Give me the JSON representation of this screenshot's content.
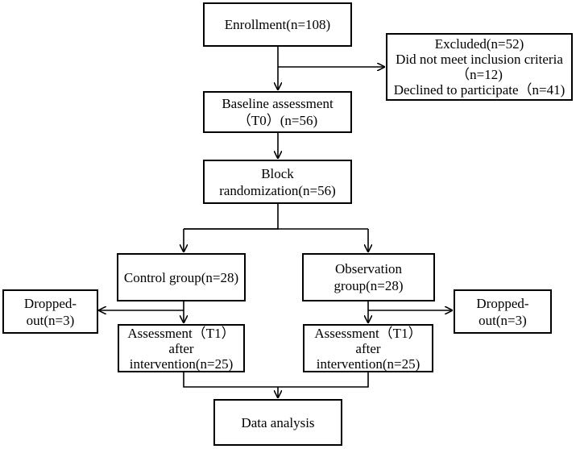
{
  "boxes": {
    "enrollment": [
      "Enrollment(n=108)"
    ],
    "excluded": [
      "Excluded(n=52)",
      "Did not meet inclusion criteria",
      "（n=12)",
      "Declined to participate（n=41)"
    ],
    "baseline": [
      "Baseline assessment",
      "（T0）(n=56)"
    ],
    "block": [
      "Block",
      "randomization(n=56)"
    ],
    "control": [
      "Control group(n=28)"
    ],
    "observation": [
      "Observation",
      "group(n=28)"
    ],
    "dropped_left": [
      "Dropped-",
      "out(n=3)"
    ],
    "dropped_right": [
      "Dropped-",
      "out(n=3)"
    ],
    "assess_left": [
      "Assessment（T1）",
      "after",
      "intervention(n=25)"
    ],
    "assess_right": [
      "Assessment（T1）",
      "after",
      "intervention(n=25)"
    ],
    "analysis": [
      "Data analysis"
    ]
  }
}
